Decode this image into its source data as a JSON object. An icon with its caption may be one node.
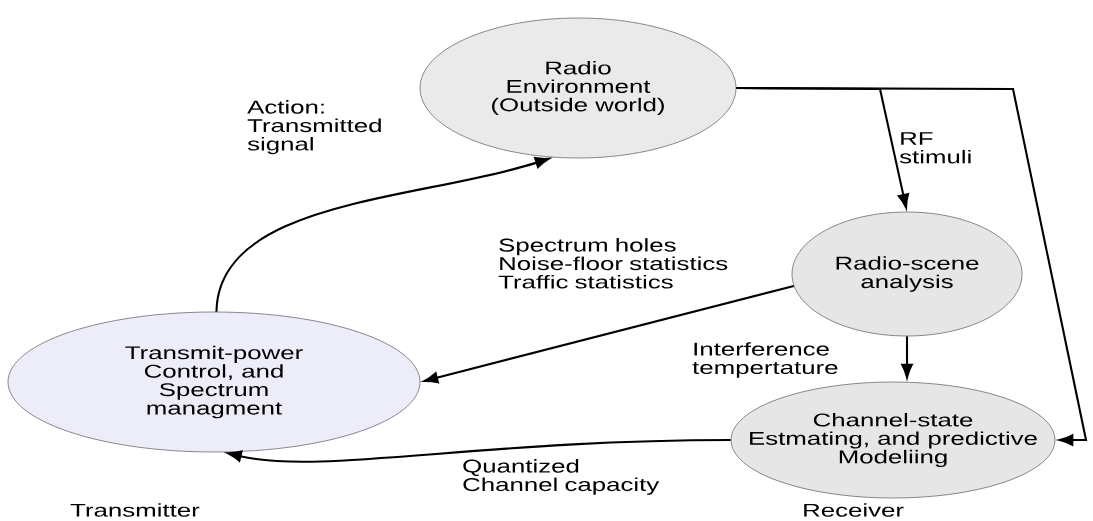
{
  "diagram": {
    "nodes": [
      {
        "text": [
          "Radio Environment (Outside world)"
        ]
      },
      {
        "text": [
          "Radio-scene analysis"
        ]
      },
      {
        "text": [
          "Transmit-power Control, and Spectrum managment"
        ]
      },
      {
        "text": [
          "Channel-state Estmating, and predictive Modeliing"
        ]
      }
    ],
    "edges": [
      {
        "from": 2,
        "to": 0,
        "arrow": "to",
        "label": "Action: Transmitted signal"
      },
      {
        "from": 0,
        "to": 1,
        "arrow": "to",
        "label": "RF stimuli"
      },
      {
        "from": 1,
        "to": 2,
        "arrow": "to",
        "label": "Spectrum holes Noise-floor statistics Traffic statistics"
      },
      {
        "from": 1,
        "to": 3,
        "arrow": "to",
        "label": "Interference tempertature"
      },
      {
        "from": 3,
        "to": 2,
        "arrow": "to",
        "label": "Quantized Channel capacity"
      },
      {
        "from": 0,
        "to": 3,
        "arrow": "to"
      }
    ],
    "labels": [
      "Transmitter",
      "Receiver"
    ]
  }
}
